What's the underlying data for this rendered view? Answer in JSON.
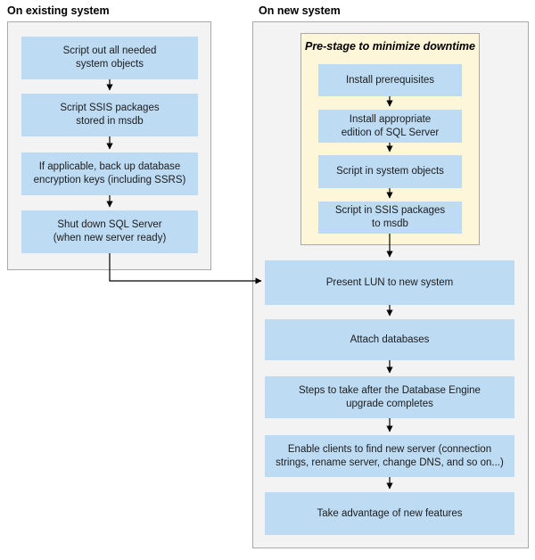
{
  "colors": {
    "panel_bg": "#f3f3f3",
    "panel_border": "#a9a9a9",
    "box_blue": "#bddbf3",
    "prestage_bg": "#fdf6d8",
    "arrow": "#000000",
    "text": "#1c1c1c"
  },
  "left_column": {
    "header": "On existing system",
    "steps": [
      {
        "label": "Script out all needed\nsystem objects"
      },
      {
        "label": "Script SSIS packages\nstored in msdb"
      },
      {
        "label": "If applicable, back up database\nencryption keys (including SSRS)"
      },
      {
        "label": "Shut down SQL Server\n(when new server ready)"
      }
    ]
  },
  "right_column": {
    "header": "On new system",
    "prestage": {
      "title": "Pre-stage to minimize downtime",
      "steps": [
        {
          "label": "Install prerequisites"
        },
        {
          "label": "Install appropriate\nedition of SQL Server"
        },
        {
          "label": "Script in system objects"
        },
        {
          "label": "Script in SSIS packages\nto msdb"
        }
      ]
    },
    "steps": [
      {
        "label": "Present LUN to new system"
      },
      {
        "label": "Attach databases"
      },
      {
        "label": "Steps to take after the Database Engine\nupgrade completes"
      },
      {
        "label": "Enable clients to find new server (connection\nstrings, rename server, change DNS, and so on...)"
      },
      {
        "label": "Take advantage of new features"
      }
    ]
  }
}
